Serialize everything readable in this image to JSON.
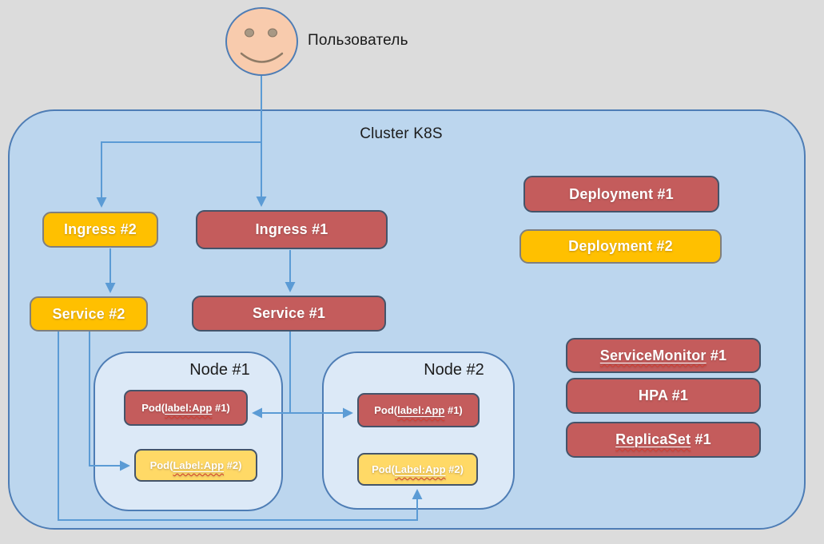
{
  "colors": {
    "page_bg": "#dcdcdc",
    "cluster_fill": "#bcd6ee",
    "cluster_border": "#4e7db5",
    "node_fill": "#dce9f7",
    "red_fill": "#c45c5c",
    "red_border": "#44546a",
    "gold_fill": "#ffc000",
    "pale_yellow_fill": "#ffd966",
    "connector_blue": "#5b9bd5",
    "face_fill": "#f8cbad",
    "spellcheck_red": "#d23b2e"
  },
  "user": {
    "label": "Пользователь"
  },
  "cluster": {
    "title": "Cluster K8S"
  },
  "ingress2": {
    "label": "Ingress #2"
  },
  "ingress1": {
    "label": "Ingress #1"
  },
  "service2": {
    "label": "Service #2"
  },
  "service1": {
    "label": "Service #1"
  },
  "node1": {
    "title": "Node #1",
    "pod1": {
      "pre": "Pod(",
      "link": "label:App",
      "post": " #1)"
    },
    "pod2": {
      "pre": "Pod(",
      "link": "Label:App",
      "post": " #2)"
    }
  },
  "node2": {
    "title": "Node #2",
    "pod1": {
      "pre": "Pod(",
      "link": "label:App",
      "post": " #1)"
    },
    "pod2": {
      "pre": "Pod(",
      "link": "Label:App",
      "post": " #2)"
    }
  },
  "deployment1": {
    "label": "Deployment #1"
  },
  "deployment2": {
    "label": "Deployment #2"
  },
  "servicemonitor1": {
    "link": "ServiceMonitor",
    "post": " #1"
  },
  "hpa1": {
    "label": "HPA #1"
  },
  "replicaset1": {
    "link": "ReplicaSet",
    "post": " #1"
  }
}
